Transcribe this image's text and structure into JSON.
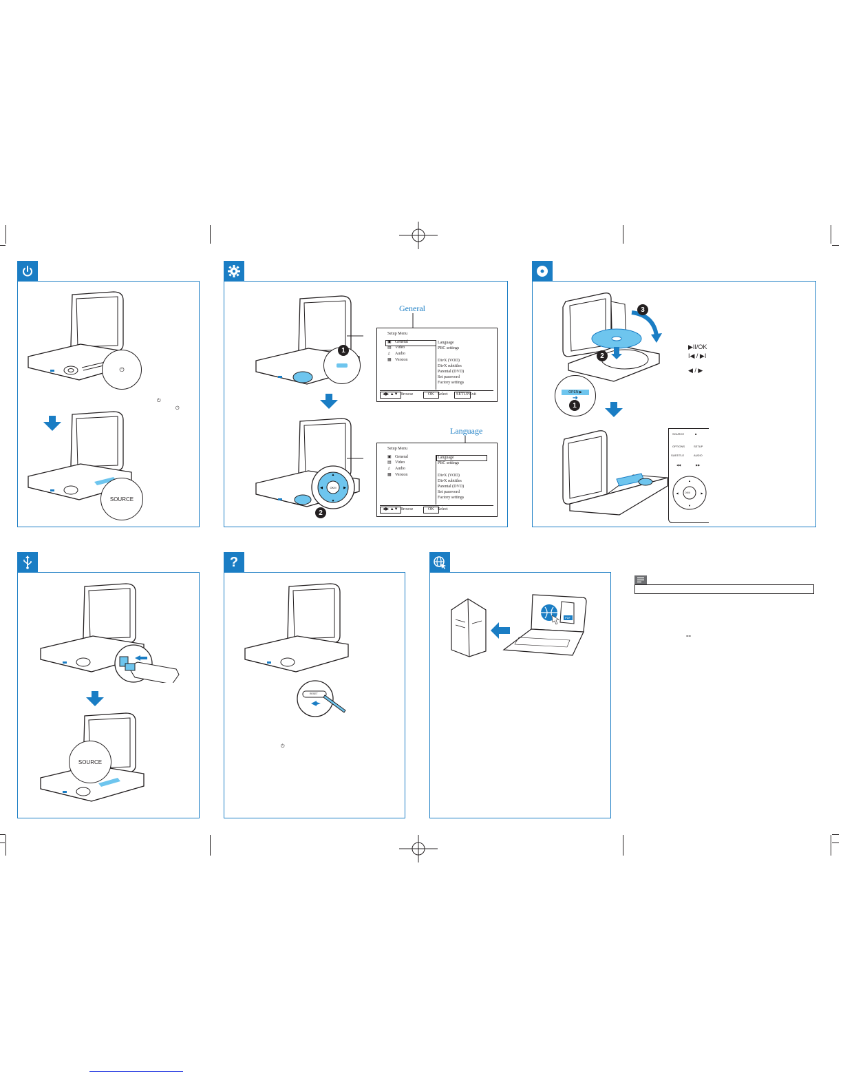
{
  "colors": {
    "accent": "#1a7dc4",
    "device_highlight": "#6ec5ee",
    "line": "#231f20"
  },
  "panels": {
    "power": {
      "icon": "power-icon"
    },
    "setup": {
      "icon": "gear-icon",
      "label_general": "General",
      "label_language": "Language",
      "menu_title": "Setup Menu",
      "menu_items": [
        "General",
        "Video",
        "Audio",
        "Version"
      ],
      "menu_options_first": [
        "Language",
        "PBC settings",
        "DivX (VOD)",
        "DivX subtitles",
        "Parental (DVD)",
        "Set password",
        "Factory settings"
      ],
      "menu_options_second": [
        "Language",
        "PBC settings",
        "DivX (VOD)",
        "DivX subtitles",
        "Parental (DVD)",
        "Set password",
        "Factory settings"
      ],
      "footer_browse": "Browse",
      "footer_ok": "OK",
      "footer_select": "Select",
      "footer_setup": "SETUP",
      "footer_exit": "Exit",
      "step1": "1",
      "step2": "2"
    },
    "disc": {
      "icon": "disc-icon",
      "open_label": "OPEN ▶",
      "step1": "1",
      "step2": "2",
      "step3": "3",
      "key_play": "▶II/OK",
      "key_skip": "I◀ / ▶I",
      "key_lr": "◀ / ▶",
      "remote_keys": [
        "SOURCE",
        "■",
        "OPTIONS",
        "SETUP",
        "SUBTITLE",
        "AUDIO",
        "◀◀",
        "▶▶"
      ],
      "remote_center": "OK/II"
    },
    "power_source_label": "SOURCE",
    "power_mark_a": "⏻",
    "power_mark_b": "⏻",
    "power_mark_c": "⏻",
    "usb": {
      "icon": "usb-icon",
      "source_label": "SOURCE"
    },
    "help": {
      "icon": "question-icon",
      "reset_label": "RESET",
      "power_mark": "⏻"
    },
    "web": {
      "icon": "globe-icon",
      "pdf_label": "PDF"
    },
    "note": {
      "icon": "note-icon",
      "small_mark": "=="
    }
  }
}
